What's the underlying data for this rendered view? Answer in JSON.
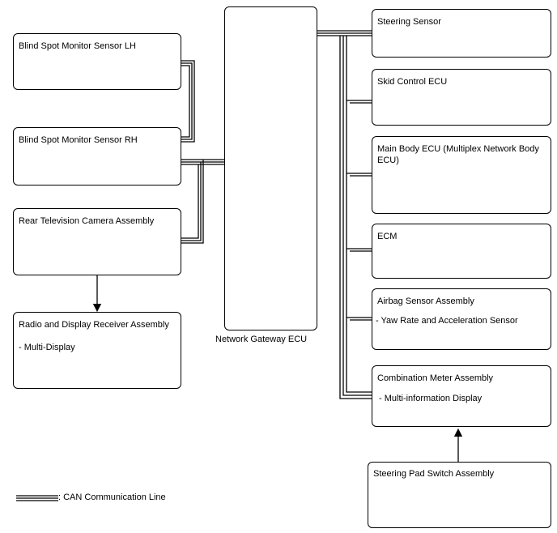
{
  "gateway": {
    "label": "Network Gateway ECU"
  },
  "left": {
    "bsm_lh": "Blind Spot Monitor Sensor LH",
    "bsm_rh": "Blind Spot Monitor Sensor RH",
    "rear_cam": "Rear Television Camera Assembly",
    "radio": "Radio and Display Receiver Assembly\n\n- Multi-Display"
  },
  "right": {
    "steering_sensor": "Steering Sensor",
    "skid": "Skid Control ECU",
    "main_body": "Main Body ECU (Multiplex Network Body ECU)",
    "ecm": "ECM",
    "airbag_title": "Airbag Sensor Assembly",
    "airbag_sub": "- Yaw Rate and Acceleration Sensor",
    "combo_title": "Combination Meter Assembly",
    "combo_sub": "- Multi-information Display",
    "pad_switch": "Steering Pad Switch Assembly"
  },
  "legend": {
    "label": ": CAN Communication Line"
  }
}
